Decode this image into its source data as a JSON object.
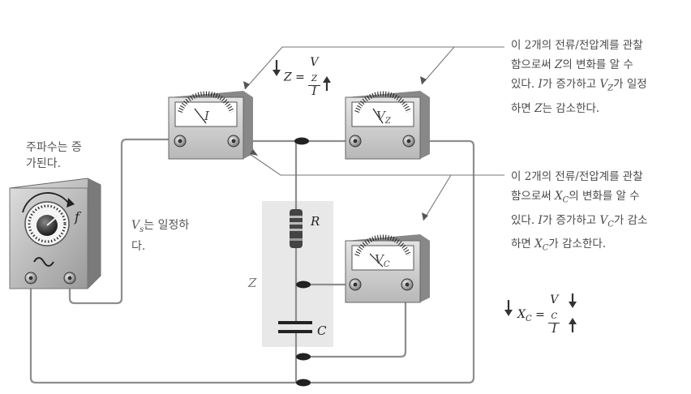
{
  "generator_text": "주파수는 증가된다.",
  "generator_freq_symbol": "f",
  "vs_text": "는 일정하다.",
  "vs_symbol": "V",
  "vs_subscript": "s",
  "ammeter_label": "I",
  "vz_label": "V",
  "vz_sub": "Z",
  "vc_label": "V",
  "vc_sub": "C",
  "resistor_label": "R",
  "capacitor_label": "C",
  "z_label": "Z",
  "formula_z": {
    "lhs": "Z =",
    "num": "V",
    "num_sub": "Z",
    "den": "I"
  },
  "formula_xc": {
    "lhs": "X",
    "lhs_sub": "C",
    "eq": "=",
    "num": "V",
    "num_sub": "C",
    "den": "I"
  },
  "note_top": {
    "line1": "이 2개의 전류/전압계를 관찰",
    "line2_a": "함으로써 ",
    "line2_b": "Z",
    "line2_c": "의 변화를 알 수",
    "line3_a": "있다. ",
    "line3_b": "I",
    "line3_c": "가 증가하고 ",
    "line3_d": "V",
    "line3_e": "Z",
    "line3_f": "가 일정",
    "line4_a": "하면 ",
    "line4_b": "Z",
    "line4_c": "는 감소한다."
  },
  "note_bottom": {
    "line1": "이 2개의 전류/전압계를 관찰",
    "line2_a": "함으로써 ",
    "line2_b": "X",
    "line2_c": "C",
    "line2_d": "의 변화를 알 수",
    "line3_a": "있다. ",
    "line3_b": "I",
    "line3_c": "가 증가하고 ",
    "line3_d": "V",
    "line3_e": "C",
    "line3_f": "가 감소",
    "line4_a": "하면 ",
    "line4_b": "X",
    "line4_c": "C",
    "line4_d": "가 감소한다."
  },
  "colors": {
    "wire": "#8a8a8a",
    "meter_face": "#ffffff",
    "meter_body": "#c9c9c9",
    "panel": "#e6e6e6",
    "arrow": "#333333"
  }
}
